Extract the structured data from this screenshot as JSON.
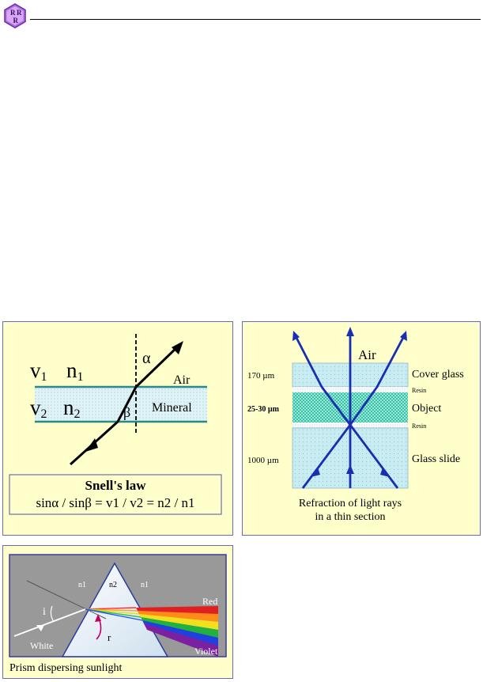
{
  "header": {
    "logo_letters": [
      "R",
      "R",
      "R"
    ]
  },
  "snell_figure": {
    "v1": "v",
    "v1_sub": "1",
    "n1": "n",
    "n1_sub": "1",
    "v2": "v",
    "v2_sub": "2",
    "n2": "n",
    "n2_sub": "2",
    "alpha": "α",
    "beta": "β",
    "air": "Air",
    "mineral": "Mineral",
    "box_title": "Snell's law",
    "formula": "sinα / sinβ = v1 / v2 = n2 / n1"
  },
  "thin_section": {
    "air": "Air",
    "thickness_cover": "170 µm",
    "thickness_object": "25-30 µm",
    "thickness_slide": "1000 µm",
    "label_cover": "Cover glass",
    "label_resin_top": "Resin",
    "label_object": "Object",
    "label_resin_bottom": "Resin",
    "label_slide": "Glass slide",
    "caption_line1": "Refraction of light rays",
    "caption_line2": "in a thin section"
  },
  "prism": {
    "n1_left": "n1",
    "n2": "n2",
    "n1_right": "n1",
    "i": "i",
    "r": "r",
    "white": "White",
    "red": "Red",
    "violet": "Violet",
    "caption": "Prism dispersing sunlight"
  }
}
